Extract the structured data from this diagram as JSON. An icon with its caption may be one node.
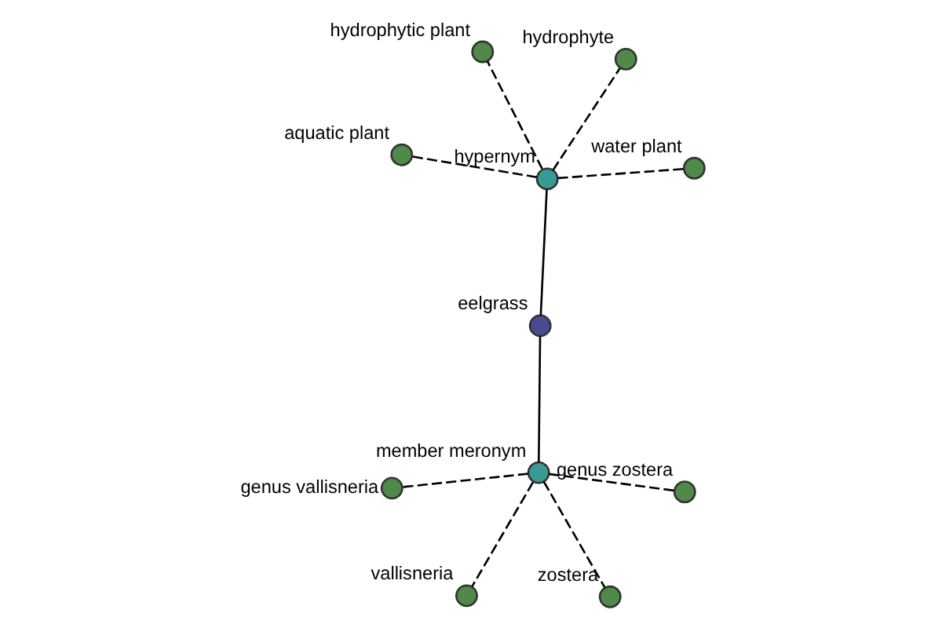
{
  "diagram": {
    "nodes": [
      {
        "text": [],
        "shape": "circle",
        "beside": [
          "eelgrass"
        ]
      },
      {
        "text": [],
        "shape": "circle",
        "beside": [
          "hypernym"
        ]
      },
      {
        "text": [],
        "shape": "circle",
        "beside": [
          "water plant"
        ]
      },
      {
        "text": [],
        "shape": "circle",
        "beside": [
          "hydrophytic plant"
        ]
      },
      {
        "text": [],
        "shape": "circle",
        "beside": [
          "hydrophyte"
        ]
      },
      {
        "text": [],
        "shape": "circle",
        "beside": [
          "aquatic plant"
        ]
      },
      {
        "text": [],
        "shape": "circle",
        "beside": [
          "member meronym"
        ]
      },
      {
        "text": [],
        "shape": "circle",
        "beside": [
          "genus zostera"
        ]
      },
      {
        "text": [],
        "shape": "circle",
        "beside": [
          "genus vallisneria"
        ]
      },
      {
        "text": [],
        "shape": "circle",
        "beside": [
          "vallisneria"
        ]
      },
      {
        "text": [],
        "shape": "circle",
        "beside": [
          "zostera"
        ]
      }
    ],
    "edges": [
      {
        "from": 0,
        "to": 1,
        "arrow": "none"
      },
      {
        "from": 1,
        "to": 2,
        "arrow": "none",
        "style": "dashed"
      },
      {
        "from": 1,
        "to": 3,
        "arrow": "none",
        "style": "dashed"
      },
      {
        "from": 1,
        "to": 4,
        "arrow": "none",
        "style": "dashed"
      },
      {
        "from": 1,
        "to": 5,
        "arrow": "none",
        "style": "dashed"
      },
      {
        "from": 0,
        "to": 6,
        "arrow": "none"
      },
      {
        "from": 6,
        "to": 7,
        "arrow": "none",
        "style": "dashed"
      },
      {
        "from": 6,
        "to": 8,
        "arrow": "none",
        "style": "dashed"
      },
      {
        "from": 6,
        "to": 9,
        "arrow": "none",
        "style": "dashed"
      },
      {
        "from": 6,
        "to": 10,
        "arrow": "none",
        "style": "dashed"
      }
    ]
  }
}
